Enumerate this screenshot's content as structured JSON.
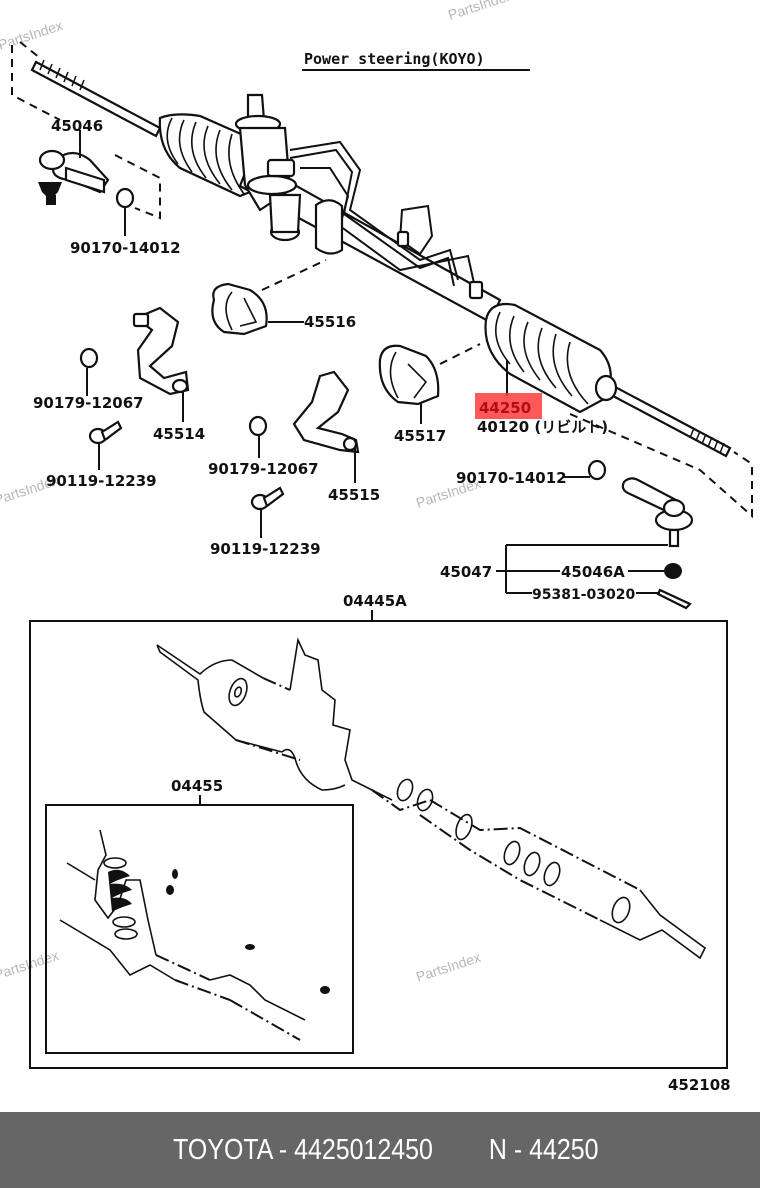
{
  "diagram": {
    "title": "Power steering(KOYO)",
    "watermark": "PartsIndex",
    "highlight_color": "#ff3b3b",
    "highlighted_part": "44250",
    "figure_number": "452108",
    "labels": {
      "p45046": "45046",
      "p90170_top": "90170-14012",
      "p45516": "45516",
      "p45514": "45514",
      "p90179_left": "90179-12067",
      "p90119_left": "90119-12239",
      "p45517": "45517",
      "p44250": "44250",
      "p40120": "40120 (リビルト)",
      "p90179_mid": "90179-12067",
      "p45515": "45515",
      "p90119_mid": "90119-12239",
      "p90170_right": "90170-14012",
      "p45047": "45047",
      "p45046a": "45046A",
      "p95381": "95381-03020",
      "p04445a": "04445A",
      "p04455": "04455"
    }
  },
  "footer": {
    "brand_part": "TOYOTA - 4425012450",
    "number": "N - 44250"
  }
}
